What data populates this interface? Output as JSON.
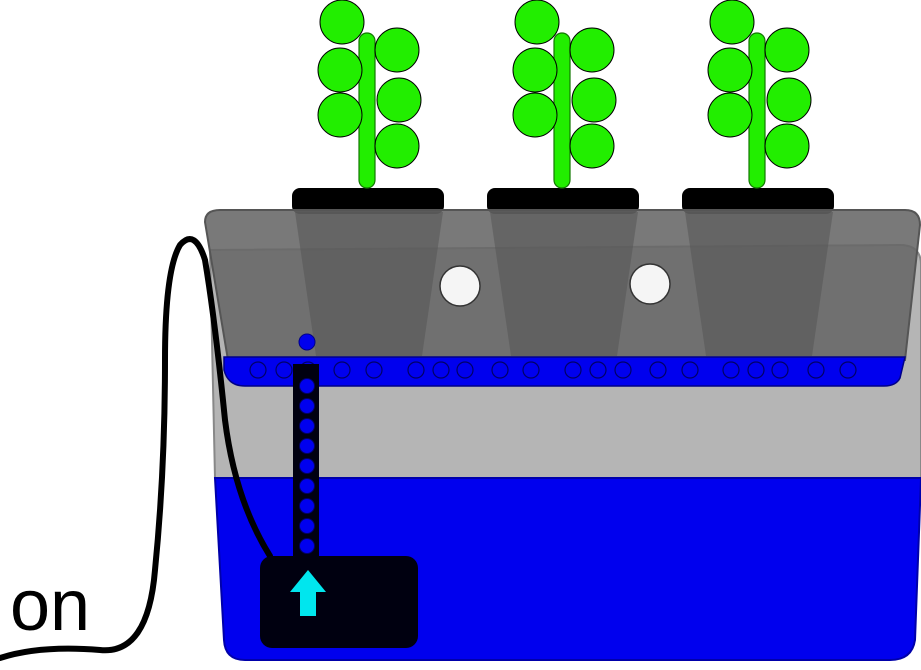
{
  "label": {
    "text": "on"
  },
  "colors": {
    "water": "#0000ee",
    "tank_gray": "#b5b5b5",
    "lid": "#666666",
    "pot_black": "#000000",
    "plant": "#22ee00",
    "pump": "#000010",
    "arrow": "#00e6ee",
    "hole": "#f5f5f5",
    "cord": "#000000"
  },
  "icons": {
    "arrow": "arrow-up-icon"
  },
  "plants": [
    {
      "name": "plant-1"
    },
    {
      "name": "plant-2"
    },
    {
      "name": "plant-3"
    }
  ],
  "pump": {
    "state": "on"
  }
}
